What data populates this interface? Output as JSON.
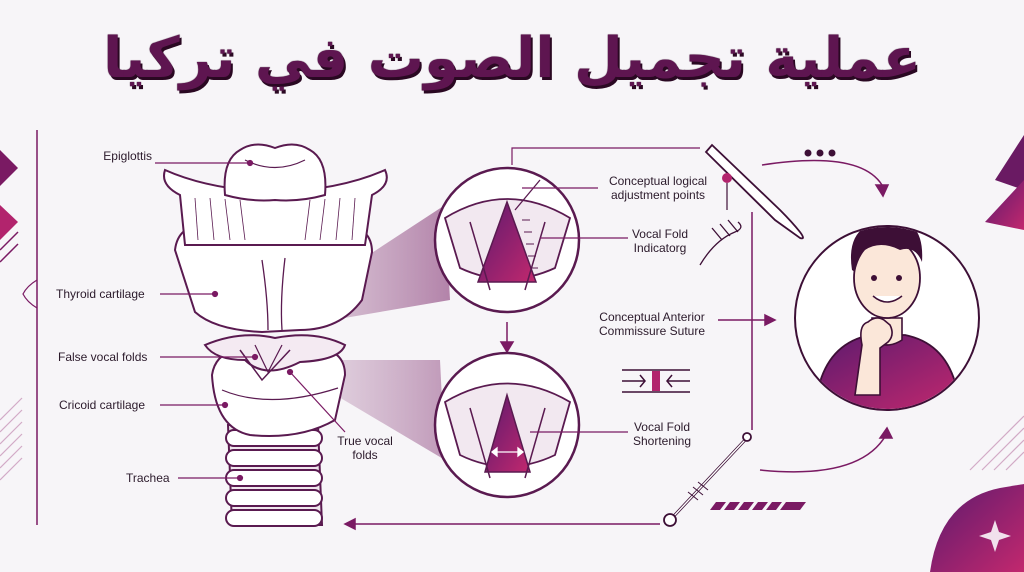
{
  "title": "عملية تجميل الصوت في تركيا",
  "labels": {
    "epiglottis": "Epiglottis",
    "thyroid": "Thyroid cartilage",
    "false_folds": "False vocal folds",
    "cricoid": "Cricoid cartilage",
    "trachea": "Trachea",
    "true_folds_1": "True vocal",
    "true_folds_2": "folds",
    "logical_1": "Conceptual logical",
    "logical_2": "adjustment points",
    "indicator_1": "Vocal Fold",
    "indicator_2": "Indicatorg",
    "suture_1": "Conceptual Anterior",
    "suture_2": "Commissure Suture",
    "shortening_1": "Vocal Fold",
    "shortening_2": "Shortening"
  },
  "colors": {
    "primary": "#7a1a63",
    "accent": "#b2246d",
    "dark": "#3d0f36",
    "light": "#d9b3cf"
  },
  "icons": [
    "larynx-illustration",
    "vocal-fold-view",
    "scalpel-icon",
    "suture-icon",
    "probe-icon",
    "happy-patient-icon",
    "sparkle-icon"
  ]
}
